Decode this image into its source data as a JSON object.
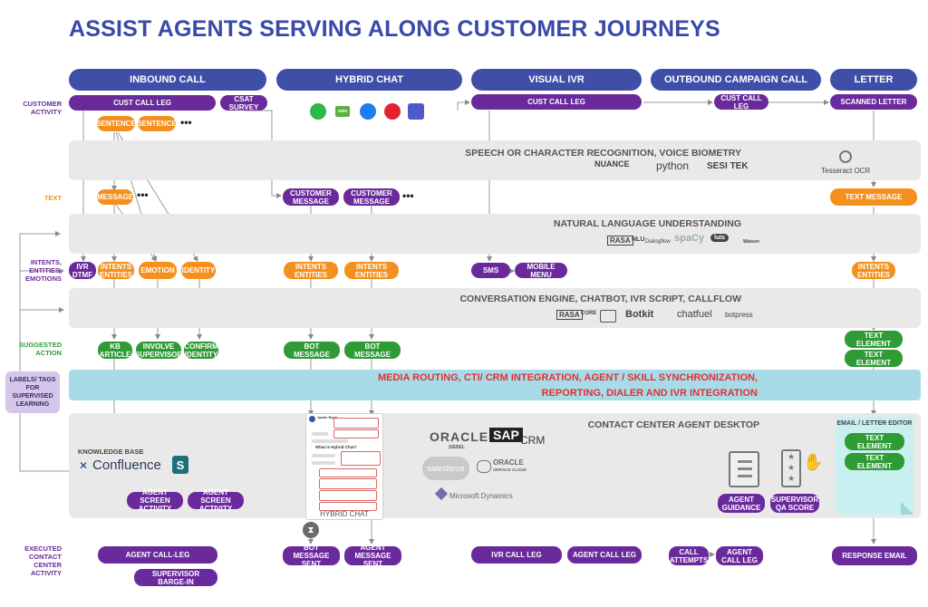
{
  "title": "ASSIST AGENTS SERVING ALONG CUSTOMER JOURNEYS",
  "lanes": {
    "inbound": "INBOUND CALL",
    "hybrid": "HYBRID CHAT",
    "visual_ivr": "VISUAL IVR",
    "outbound": "OUTBOUND CAMPAIGN  CALL",
    "letter": "LETTER"
  },
  "row_labels": {
    "customer_activity": "CUSTOMER ACTIVITY",
    "text": "TEXT",
    "intents": "INTENTS, ENTITIES, EMOTIONS",
    "suggested_action": "SUGGESTED ACTION",
    "executed": "EXECUTED CONTACT CENTER ACTIVITY"
  },
  "bands": {
    "speech": "SPEECH OR CHARACTER RECOGNITION, VOICE BIOMETRY",
    "nlu": "NATURAL LANGUAGE UNDERSTANDING",
    "conversation": "CONVERSATION ENGINE, CHATBOT, IVR SCRIPT, CALLFLOW",
    "media_line1": "MEDIA ROUTING, CTI/ CRM  INTEGRATION, AGENT / SKILL SYNCHRONIZATION,",
    "media_line2": "REPORTING, DIALER AND IVR INTEGRATION",
    "desktop": "CONTACT CENTER AGENT DESKTOP"
  },
  "labels_tags": "LABELS/ TAGS FOR SUPERVISED LEARNING",
  "customer_activity": {
    "cust_call_leg_inbound": "CUST CALL LEG",
    "csat_survey": "CSAT SURVEY",
    "sentence_1": "SENTENCE",
    "sentence_2": "SENTENCE",
    "cust_call_leg_ivr": "CUST CALL LEG",
    "cust_call_leg_outbound": "CUST CALL LEG",
    "scanned_letter": "SCANNED LETTER"
  },
  "text_row": {
    "message": "MESSAGE",
    "customer_message_1": "CUSTOMER MESSAGE",
    "customer_message_2": "CUSTOMER MESSAGE",
    "text_message": "TEXT MESSAGE"
  },
  "intent_row": {
    "ivr_dtmf": "IVR DTMF",
    "intents_entities_1": "INTENTS ENTITIES",
    "emotion": "EMOTION",
    "identity": "IDENTITY",
    "intents_entities_2": "INTENTS ENTITIES",
    "intents_entities_3": "INTENTS ENTITIES",
    "sms": "SMS",
    "mobile_menu": "MOBILE MENU",
    "intents_entities_4": "INTENTS ENTITIES"
  },
  "action_row": {
    "kb_article": "KB ARTICLE",
    "involve_supervisor": "INVOLVE SUPERVISOR",
    "confirm_identity": "CONFIRM IDENTITY",
    "bot_message_1": "BOT MESSAGE",
    "bot_message_2": "BOT MESSAGE",
    "text_element_1": "TEXT ELEMENT",
    "text_element_2": "TEXT ELEMENT"
  },
  "desktop": {
    "knowledge_base": "KNOWLEDGE BASE",
    "confluence": "Confluence",
    "agent_screen_activity_1": "AGENT SCREEN ACTIVITY",
    "agent_screen_activity_2": "AGENT SCREEN ACTIVITY",
    "hybrid_chat_caption": "HYBRID CHAT",
    "oracle": "ORACLE",
    "siebel": "SIEBEL",
    "sap": "SAP",
    "crm": "CRM",
    "salesforce": "salesforce",
    "oracle_service_cloud": "ORACLE",
    "service_cloud": "SERVICE CLOUD",
    "microsoft_dynamics": "Microsoft Dynamics",
    "agent_guidance": "AGENT GUIDANCE",
    "supervisor_qa": "SUPERVISOR QA SCORE",
    "editor_title": "EMAIL / LETTER EDITOR",
    "editor_text_1": "TEXT ELEMENT",
    "editor_text_2": "TEXT ELEMENT"
  },
  "phone_texts": {
    "header": "Jamie Ryan",
    "question": "What is Hybrid Chat?",
    "caption": "HYBRID CHAT"
  },
  "vendors": {
    "nuance": "NUANCE",
    "python": "python",
    "sestek": "SESI TEK",
    "tesseract": "Tesseract OCR",
    "rasa_nlu": "RASA",
    "nlu": "NLU",
    "dialogflow": "Dialogflow",
    "spacy": "spaCy",
    "luis": "luis",
    "watson": "Watson",
    "rasa_core": "RASA",
    "core": "CORE",
    "botkit": "Botkit",
    "chatfuel": "chatfuel",
    "botpress": "botpress"
  },
  "executed_row": {
    "agent_call_leg_1": "AGENT CALL-LEG",
    "supervisor_barge_in": "SUPERVISOR BARGE-IN",
    "bot_message_sent": "BOT MESSAGE SENT",
    "agent_message_sent": "AGENT MESSAGE SENT",
    "ivr_call_leg": "IVR CALL LEG",
    "agent_call_leg_2": "AGENT CALL LEG",
    "call_attempts": "CALL ATTEMPTS",
    "agent_call_leg_3": "AGENT CALL LEG",
    "response_email": "RESPONSE EMAIL"
  },
  "colors": {
    "lane_blue": "#3f4fa8",
    "purple": "#6a2a9c",
    "orange": "#f4911e",
    "green": "#2f9b35",
    "media_blue": "#a8dbe8",
    "media_red": "#e0312f"
  }
}
